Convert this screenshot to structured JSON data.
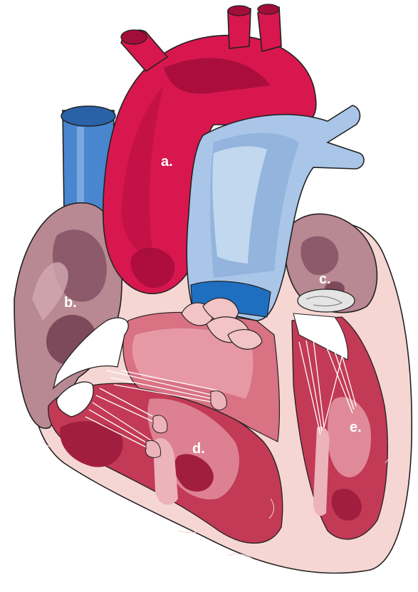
{
  "labels": {
    "a": "a.",
    "b": "b.",
    "c": "c.",
    "d": "d.",
    "e": "e."
  },
  "colors": {
    "aorta": "#d8174f",
    "aorta_dark": "#a30d3a",
    "vein_blue": "#3f7cc6",
    "vein_light": "#a9c6e8",
    "atrium_mauve": "#b98a95",
    "atrium_dark": "#7d4a5c",
    "myocardium": "#f6d6d3",
    "muscle": "#c23a55",
    "label_text": "#ffffff"
  }
}
